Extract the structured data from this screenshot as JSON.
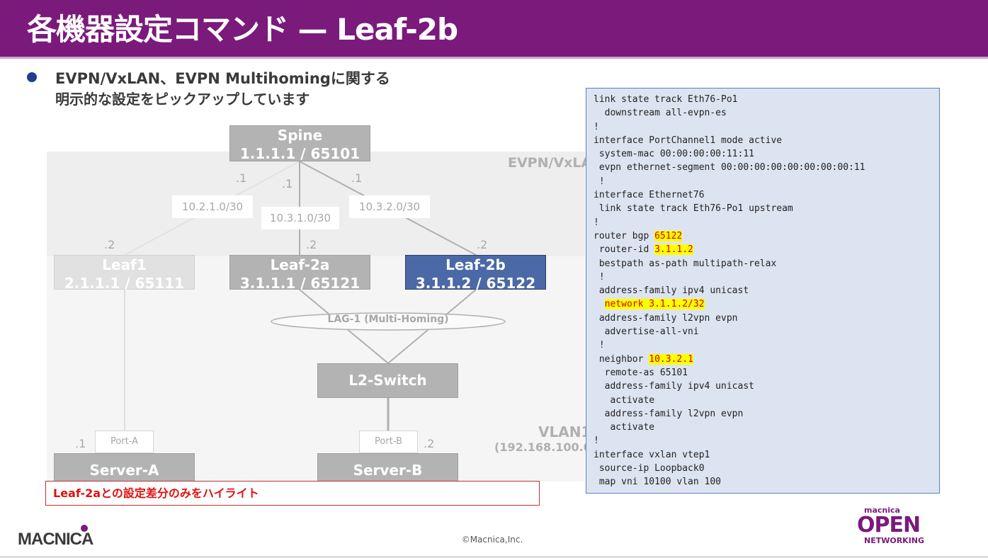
{
  "title": "各機器設定コマンド — Leaf-2b",
  "bullet": {
    "line1": "EVPN/VxLAN、EVPN Multihomingに関する",
    "line2": "明示的な設定をピックアップしています"
  },
  "diagram": {
    "zone_evpn": "EVPN/VxLA",
    "zone_vlan_name": "VLAN1",
    "zone_vlan_subnet": "(192.168.100.0/",
    "spine": {
      "name": "Spine",
      "info": "1.1.1.1 / 65101"
    },
    "leaf1": {
      "name": "Leaf1",
      "info": "2.1.1.1 / 65111"
    },
    "leaf2a": {
      "name": "Leaf-2a",
      "info": "3.1.1.1 / 65121"
    },
    "leaf2b": {
      "name": "Leaf-2b",
      "info": "3.1.1.2 / 65122"
    },
    "l2switch": {
      "name": "L2-Switch"
    },
    "server_a": {
      "name": "Server-A"
    },
    "server_b": {
      "name": "Server-B"
    },
    "lag_label": "LAG-1 (Multi-Homing)",
    "subnets": [
      "10.2.1.0/30",
      "10.3.1.0/30",
      "10.3.2.0/30"
    ],
    "ip_suffix_1": ".1",
    "ip_suffix_2": ".2",
    "port_a": "Port-A",
    "port_b": "Port-B"
  },
  "code_lines": [
    {
      "text": "link state track Eth76-Po1"
    },
    {
      "text": "  downstream all-evpn-es"
    },
    {
      "text": "!"
    },
    {
      "text": "interface PortChannel1 mode active"
    },
    {
      "text": " system-mac 00:00:00:00:11:11"
    },
    {
      "text": " evpn ethernet-segment 00:00:00:00:00:00:00:00:11"
    },
    {
      "text": " !"
    },
    {
      "text": "interface Ethernet76"
    },
    {
      "text": " link state track Eth76-Po1 upstream"
    },
    {
      "text": "!"
    },
    {
      "text": "router bgp ",
      "hl": "65122"
    },
    {
      "text": " router-id ",
      "hl": "3.1.1.2"
    },
    {
      "text": " bestpath as-path multipath-relax"
    },
    {
      "text": " !"
    },
    {
      "text": " address-family ipv4 unicast"
    },
    {
      "text": "  ",
      "hl": "network 3.1.1.2/32"
    },
    {
      "text": " address-family l2vpn evpn"
    },
    {
      "text": "  advertise-all-vni"
    },
    {
      "text": " !"
    },
    {
      "text": " neighbor ",
      "hl": "10.3.2.1"
    },
    {
      "text": "  remote-as 65101"
    },
    {
      "text": "  address-family ipv4 unicast"
    },
    {
      "text": "   activate"
    },
    {
      "text": "  address-family l2vpn evpn"
    },
    {
      "text": "   activate"
    },
    {
      "text": "!"
    },
    {
      "text": "interface vxlan vtep1"
    },
    {
      "text": " source-ip Loopback0"
    },
    {
      "text": " map vni 10100 vlan 100"
    }
  ],
  "note": "Leaf-2aとの設定差分のみをハイライト",
  "footer": {
    "logo_left": "MACNICA",
    "copyright": "©Macnica,Inc.",
    "logo_right_small": "macnica",
    "logo_right_big": "OPEN",
    "logo_right_sub": "NETWORKING"
  },
  "colors": {
    "title_bar": "#7a1a7b",
    "leaf2b_fill": "#4a69a6",
    "highlight": "#ffff00",
    "highlight_text": "#d40000",
    "note_text": "#e01010"
  }
}
